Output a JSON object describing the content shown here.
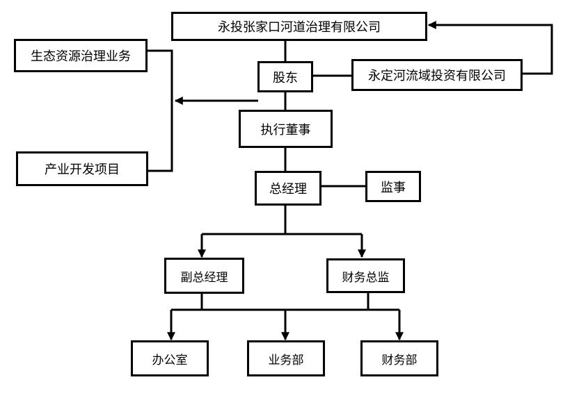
{
  "nodes": {
    "company": "永投张家口河道治理有限公司",
    "ecology": "生态资源治理业务",
    "industry": "产业开发项目",
    "shareholder": "股东",
    "parent": "永定河流域投资有限公司",
    "executive": "执行董事",
    "gm": "总经理",
    "supervisor": "监事",
    "deputy_gm": "副总经理",
    "finance_director": "财务总监",
    "office": "办公室",
    "business_dept": "业务部",
    "finance_dept": "财务部"
  },
  "colors": {
    "line": "#000000",
    "box_border": "#000000",
    "background": "#ffffff"
  }
}
